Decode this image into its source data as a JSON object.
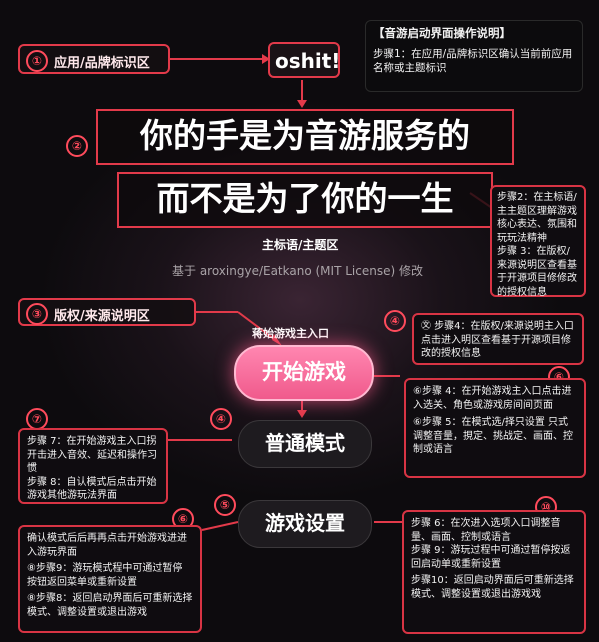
{
  "labels": {
    "app_area": "应用/品牌标识区",
    "copyright_area": "版权/来源说明区",
    "title_area": "主标语/主题区",
    "menu_entry": "蒋始游戏主入口"
  },
  "circle_numbers": [
    "①",
    "②",
    "③",
    "④",
    "④",
    "⑤",
    "⑥",
    "⑦",
    "⑥",
    "⑩"
  ],
  "brand": {
    "name": "oshit!"
  },
  "headline": {
    "line1": "你的手是为音游服务的",
    "line2": "而不是为了你的一生"
  },
  "credit": "基于 aroxingye/Eatkano (MIT License) 修改",
  "menu": {
    "start": "开始游戏",
    "normal": "普通模式",
    "settings": "游戏设置"
  },
  "notes": {
    "top_right_title": "【音游启动界面操作说明】",
    "top_right_body": "步骤1：在应用/品牌标识区确认当前前应用名称或主题标识",
    "right_mid_1": "步骤2：在主标语/主主题区理解游戏核心表达、氛围和玩玩法精神",
    "right_mid_2": "步骤 3：在版权/来源说明区查看基于开源项目修修改的授权信息",
    "step4_top": "㉆ 步骤4：在版权/来源说明主入口点击进入明区查看基于开源项目修改的授权信息",
    "step4_b": "⑥步骤 4：在开始游戏主入口点击进入选关、角色或游戏房间间页面",
    "step5_b": "⑥步骤 5：在模式选/择只设置 只式调整音量，挸定、挑战定、画面、控制或语言",
    "left_7a": "步骤 7：在开始游戏主入口拐开击进入音效、延迟和操作习惯",
    "left_7b": "步骤 8：自认模式后点击开始游戏其他游玩法界面",
    "left_b1": "确认模式后后再再点击开始游戏进进入游玩界面",
    "left_b2": "⑧步骤9：游玩模式程中可通过暂停 按钮返回菜单或重新设置",
    "left_b3": "⑧步骤8：返回启动界面后可重新选择模式、调整设置或退出游戏",
    "right_b1": "步骤 6：在次进入选项入口调整音量、画面、控制或语言",
    "right_b2": "步骤 9：游玩过程中可通过暂停按返回启动单或重新设置",
    "right_b3": "步骤10：返回启动界面后可重新选择模式、调整设置或退出游戏戏"
  }
}
